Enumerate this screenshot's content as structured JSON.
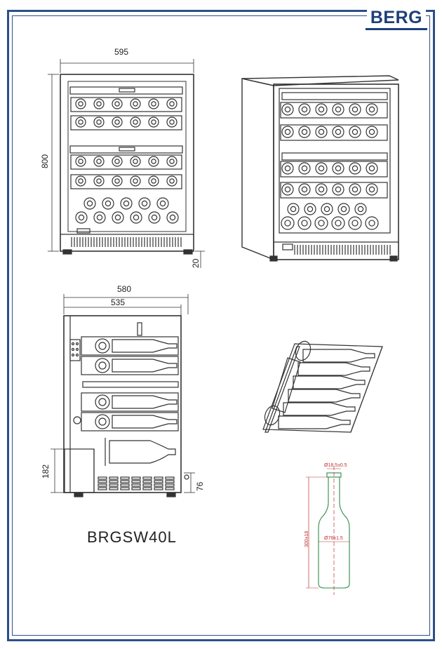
{
  "logo": {
    "text": "BERG"
  },
  "model": "BRGSW40L",
  "front_view": {
    "width_label": "595",
    "height_label": "800",
    "foot_label": "20"
  },
  "side_view": {
    "width_total_label": "580",
    "width_body_label": "535",
    "bottom_height_label": "182",
    "foot_height_label": "76"
  },
  "bottle_view": {
    "neck_label": "Ø18.5±0.5",
    "body_label": "Ø76±1.5",
    "height_label": "300±18"
  },
  "colors": {
    "frame": "#2b4f8a",
    "logo": "#1e3f78",
    "line": "#333333",
    "dimension": "#c03030"
  }
}
